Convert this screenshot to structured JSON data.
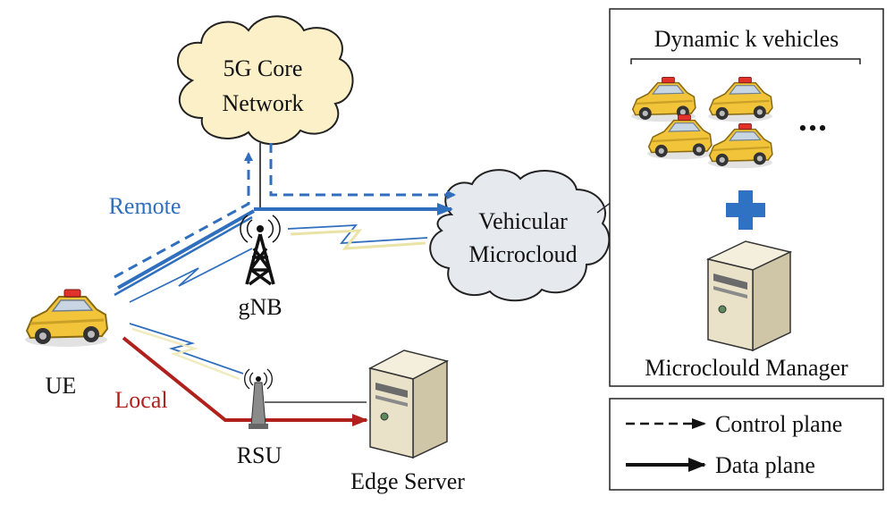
{
  "labels": {
    "core_line1": "5G Core",
    "core_line2": "Network",
    "microcloud_line1": "Vehicular",
    "microcloud_line2": "Microcloud",
    "remote": "Remote",
    "local": "Local",
    "gnb": "gNB",
    "ue": "UE",
    "rsu": "RSU",
    "edge_server": "Edge Server",
    "dynamic_vehicles": "Dynamic k vehicles",
    "ellipsis": "•••",
    "manager": "Microclould Manager"
  },
  "legend": {
    "control_plane": "Control plane",
    "data_plane": "Data plane"
  },
  "colors": {
    "remote_blue": "#2f6fbd",
    "local_red": "#b0211d",
    "cloud_fill": "#fbf0c8",
    "microcloud_fill": "#e6e9ee",
    "taxi_yellow": "#f2c43a",
    "plus_blue": "#2f72c4",
    "server_body": "#e9e1c8"
  },
  "icons": {
    "tower": "cell-tower-icon",
    "rsu": "rsu-antenna-icon",
    "server": "server-icon",
    "taxi": "taxi-icon",
    "plus": "plus-icon",
    "lightning": "wireless-link-icon"
  }
}
